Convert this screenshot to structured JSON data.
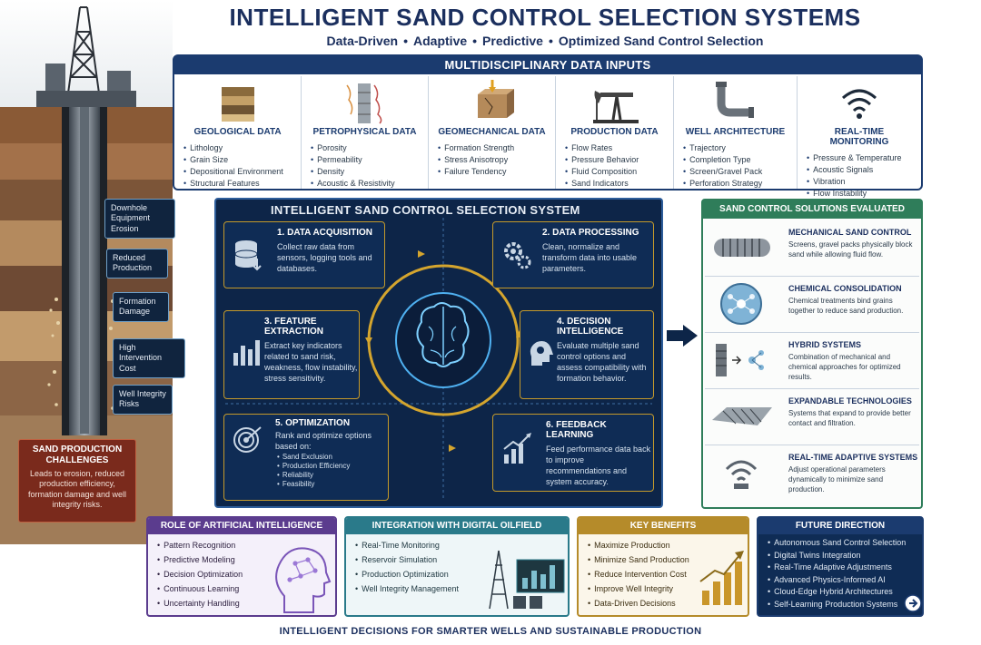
{
  "header": {
    "title": "INTELLIGENT SAND CONTROL SELECTION SYSTEMS",
    "tagline": [
      "Data-Driven",
      "Adaptive",
      "Predictive",
      "Optimized Sand Control Selection"
    ],
    "separator": "•"
  },
  "well": {
    "callouts": [
      "Downhole Equipment Erosion",
      "Reduced Production",
      "Formation Damage",
      "High Intervention Cost",
      "Well Integrity Risks"
    ],
    "challenge_title": "SAND PRODUCTION CHALLENGES",
    "challenge_desc": "Leads to erosion, reduced production efficiency, formation damage and well integrity risks."
  },
  "inputs": {
    "heading": "MULTIDISCIPLINARY DATA INPUTS",
    "columns": [
      {
        "icon": "rock-layers-icon",
        "title": "GEOLOGICAL DATA",
        "items": [
          "Lithology",
          "Grain Size",
          "Depositional Environment",
          "Structural Features"
        ]
      },
      {
        "icon": "core-log-icon",
        "title": "PETROPHYSICAL DATA",
        "items": [
          "Porosity",
          "Permeability",
          "Density",
          "Acoustic & Resistivity"
        ]
      },
      {
        "icon": "stressed-block-icon",
        "title": "GEOMECHANICAL DATA",
        "items": [
          "Formation Strength",
          "Stress Anisotropy",
          "Failure Tendency"
        ]
      },
      {
        "icon": "pumpjack-icon",
        "title": "PRODUCTION DATA",
        "items": [
          "Flow Rates",
          "Pressure Behavior",
          "Fluid Composition",
          "Sand Indicators"
        ]
      },
      {
        "icon": "pipe-icon",
        "title": "WELL ARCHITECTURE",
        "items": [
          "Trajectory",
          "Completion Type",
          "Screen/Gravel Pack",
          "Perforation Strategy"
        ]
      },
      {
        "icon": "wifi-signal-icon",
        "title": "REAL-TIME MONITORING",
        "items": [
          "Pressure & Temperature",
          "Acoustic Signals",
          "Vibration",
          "Flow Instability"
        ]
      }
    ]
  },
  "system": {
    "heading": "INTELLIGENT SAND CONTROL SELECTION SYSTEM",
    "steps": [
      {
        "title": "1. DATA ACQUISITION",
        "desc": "Collect raw data from sensors, logging tools and databases."
      },
      {
        "title": "2. DATA PROCESSING",
        "desc": "Clean, normalize and transform data into usable parameters."
      },
      {
        "title": "3. FEATURE EXTRACTION",
        "desc": "Extract key indicators related to sand risk, weakness, flow instability, stress sensitivity."
      },
      {
        "title": "4. DECISION INTELLIGENCE",
        "desc": "Evaluate multiple sand control options and assess compatibility with formation behavior."
      },
      {
        "title": "5. OPTIMIZATION",
        "desc": "Rank and optimize options based on:",
        "items": [
          "Sand Exclusion",
          "Production Efficiency",
          "Reliability",
          "Feasibility"
        ]
      },
      {
        "title": "6. FEEDBACK LEARNING",
        "desc": "Feed performance data back to improve recommendations and system accuracy."
      }
    ]
  },
  "solutions": {
    "heading": "SAND CONTROL SOLUTIONS EVALUATED",
    "items": [
      {
        "title": "MECHANICAL SAND CONTROL",
        "desc": "Screens, gravel packs physically block sand while allowing fluid flow."
      },
      {
        "title": "CHEMICAL CONSOLIDATION",
        "desc": "Chemical treatments bind grains together to reduce sand production."
      },
      {
        "title": "HYBRID SYSTEMS",
        "desc": "Combination of mechanical and chemical approaches for optimized results."
      },
      {
        "title": "EXPANDABLE TECHNOLOGIES",
        "desc": "Systems that expand to provide better contact and filtration."
      },
      {
        "title": "REAL-TIME ADAPTIVE SYSTEMS",
        "desc": "Adjust operational parameters dynamically to minimize sand production."
      }
    ]
  },
  "bottom": {
    "ai": {
      "heading": "ROLE OF ARTIFICIAL INTELLIGENCE",
      "items": [
        "Pattern Recognition",
        "Predictive Modeling",
        "Decision Optimization",
        "Continuous Learning",
        "Uncertainty Handling"
      ]
    },
    "digital": {
      "heading": "INTEGRATION WITH DIGITAL OILFIELD",
      "items": [
        "Real-Time Monitoring",
        "Reservoir Simulation",
        "Production Optimization",
        "Well Integrity Management"
      ]
    },
    "benefits": {
      "heading": "KEY BENEFITS",
      "items": [
        "Maximize Production",
        "Minimize Sand Production",
        "Reduce Intervention Cost",
        "Improve Well Integrity",
        "Data-Driven Decisions"
      ]
    },
    "future": {
      "heading": "FUTURE DIRECTION",
      "items": [
        "Autonomous Sand Control Selection",
        "Digital Twins Integration",
        "Real-Time Adaptive Adjustments",
        "Advanced Physics-Informed AI",
        "Cloud-Edge Hybrid Architectures",
        "Self-Learning Production Systems"
      ]
    }
  },
  "footer": "INTELLIGENT DECISIONS FOR SMARTER WELLS AND SUSTAINABLE PRODUCTION",
  "colors": {
    "navy": "#1b3b6f",
    "system_bg": "#0d2548",
    "gold": "#c49a2b",
    "green": "#2f7d5a",
    "ai_purple": "#5b3c8e",
    "digital_teal": "#2a7a8a",
    "benefits_gold": "#b58b2a",
    "future_navy": "#1b3b6f"
  }
}
